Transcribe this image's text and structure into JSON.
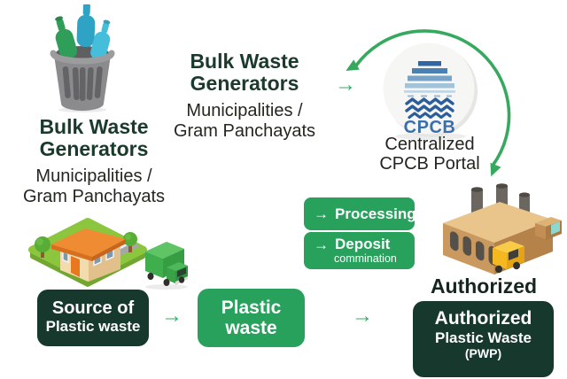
{
  "palette": {
    "box_green": "#28a15c",
    "arrow_green": "#2fae63",
    "dark_box": "#17382d",
    "heading_green": "#1a3a2b",
    "cpcb_blue": "#3a6fad"
  },
  "icons": {
    "flow_arrow": "→"
  },
  "left_generator": {
    "title": [
      "Bulk Waste",
      "Generators"
    ],
    "subtitle": [
      "Municipalities /",
      "Gram Panchayats"
    ]
  },
  "center_generator": {
    "title": [
      "Bulk Waste",
      "Generators"
    ],
    "subtitle": [
      "Municipalities /",
      "Gram Panchayats"
    ]
  },
  "portal": {
    "logo_text": "CPCB",
    "label": [
      "Centralized",
      "CPCB Portal"
    ]
  },
  "process_tags": {
    "processing": {
      "arrow": "→",
      "label": "Processing"
    },
    "deposit": {
      "arrow": "→",
      "label": "Deposit",
      "sublabel": "commination"
    }
  },
  "source_box": {
    "lines": [
      "Source of",
      "Plastic waste"
    ]
  },
  "plastic_box": {
    "lines": [
      "Plastic",
      "waste"
    ]
  },
  "authorized": {
    "heading": "Authorized",
    "box_lines": [
      "Authorized",
      "Plastic Waste",
      "(PWP)"
    ]
  }
}
